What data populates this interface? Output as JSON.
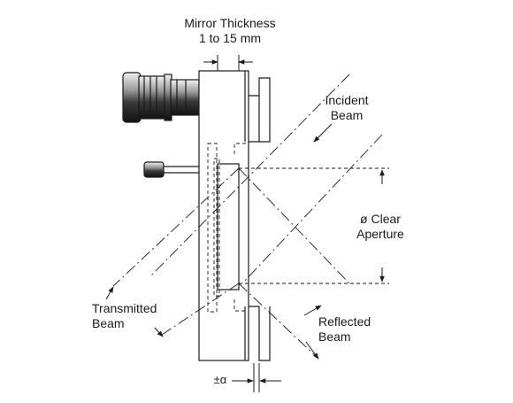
{
  "labels": {
    "mirror_thickness": {
      "line1": "Mirror Thickness",
      "line2": "1 to 15 mm"
    },
    "incident_beam": {
      "line1": "Incident",
      "line2": "Beam"
    },
    "clear_aperture": {
      "line1": "ø Clear",
      "line2": "Aperture"
    },
    "transmitted_beam": {
      "line1": "Transmitted",
      "line2": "Beam"
    },
    "reflected_beam": {
      "line1": "Reflected",
      "line2": "Beam"
    },
    "alpha": "±α"
  }
}
